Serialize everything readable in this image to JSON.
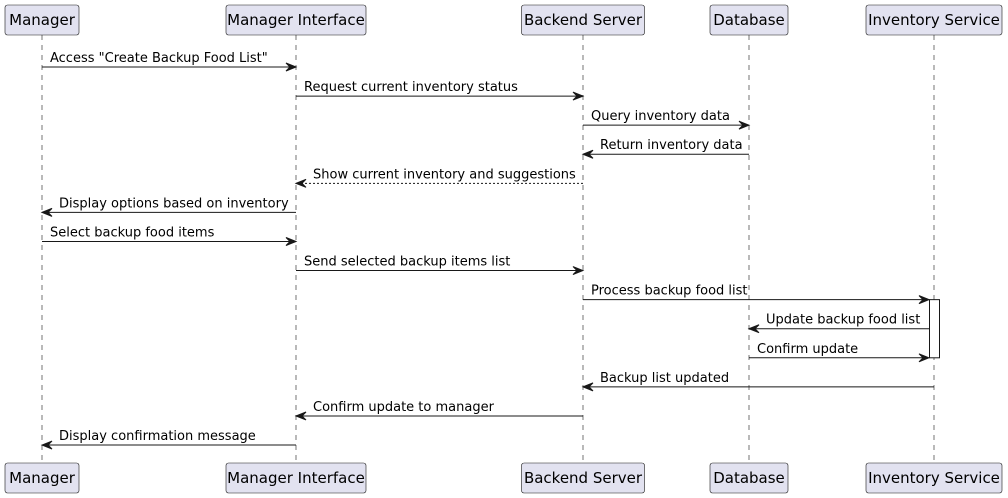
{
  "participants": [
    {
      "id": "manager",
      "label": "Manager"
    },
    {
      "id": "ui",
      "label": "Manager Interface"
    },
    {
      "id": "backend",
      "label": "Backend Server"
    },
    {
      "id": "db",
      "label": "Database"
    },
    {
      "id": "inventory",
      "label": "Inventory Service"
    }
  ],
  "messages": [
    {
      "from": "manager",
      "to": "ui",
      "label": "Access \"Create Backup Food List\"",
      "style": "solid"
    },
    {
      "from": "ui",
      "to": "backend",
      "label": "Request current inventory status",
      "style": "solid"
    },
    {
      "from": "backend",
      "to": "db",
      "label": "Query inventory data",
      "style": "solid"
    },
    {
      "from": "db",
      "to": "backend",
      "label": "Return inventory data",
      "style": "solid"
    },
    {
      "from": "backend",
      "to": "ui",
      "label": "Show current inventory and suggestions",
      "style": "dashed"
    },
    {
      "from": "ui",
      "to": "manager",
      "label": "Display options based on inventory",
      "style": "solid"
    },
    {
      "from": "manager",
      "to": "ui",
      "label": "Select backup food items",
      "style": "solid"
    },
    {
      "from": "ui",
      "to": "backend",
      "label": "Send selected backup items list",
      "style": "solid"
    },
    {
      "from": "backend",
      "to": "inventory",
      "label": "Process backup food list",
      "style": "solid"
    },
    {
      "from": "inventory",
      "to": "db",
      "label": "Update backup food list",
      "style": "solid"
    },
    {
      "from": "db",
      "to": "inventory",
      "label": "Confirm update",
      "style": "solid"
    },
    {
      "from": "inventory",
      "to": "backend",
      "label": "Backup list updated",
      "style": "solid"
    },
    {
      "from": "backend",
      "to": "ui",
      "label": "Confirm update to manager",
      "style": "solid"
    },
    {
      "from": "ui",
      "to": "manager",
      "label": "Display confirmation message",
      "style": "solid"
    }
  ],
  "activations": [
    {
      "participant": "inventory",
      "from_message": 8,
      "to_message": 10
    }
  ]
}
